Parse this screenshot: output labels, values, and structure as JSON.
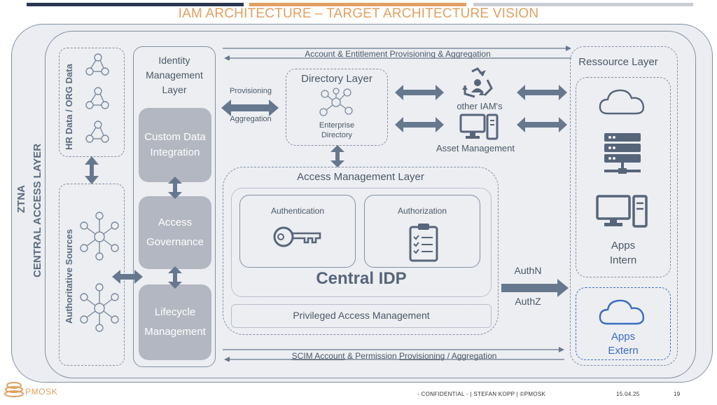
{
  "slide": {
    "title": "IAM ARCHITECTURE – TARGET ARCHITECTURE VISION",
    "colors": {
      "navy": "#2a3650",
      "gold": "#e0a060",
      "gray": "#c9cdd4",
      "box_fill": "#b3b7c1",
      "line": "#8090a4",
      "arrow": "#66788e",
      "extern_blue": "#3a6cc0"
    }
  },
  "layers": {
    "ztna": "ZTNA",
    "central_access": "CENTRAL ACCESS LAYER",
    "hr_data": "HR Data / ORG Data",
    "authoritative": "Authoritative Sources",
    "identity_mgmt": "Identity Management Layer",
    "directory": "Directory Layer",
    "enterprise_directory_1": "Enterprise",
    "enterprise_directory_2": "Directory",
    "access_mgmt": "Access Management Layer",
    "resource": "Ressource Layer"
  },
  "identity_boxes": {
    "custom_data_1": "Custom Data",
    "custom_data_2": "Integration",
    "access_gov_1": "Access",
    "access_gov_2": "Governance",
    "lifecycle_1": "Lifecycle",
    "lifecycle_2": "Management"
  },
  "access": {
    "authentication": "Authentication",
    "authorization": "Authorization",
    "central_idp": "Central IDP",
    "pam": "Privileged Access Management"
  },
  "flows": {
    "top": "Account & Entitlement Provisioning & Aggregation",
    "bottom_scim": "SCIM Account",
    "bottom_rest": "& Permission",
    "bottom_prov": "Provisioning",
    "bottom_agg": "/ Aggregation",
    "provisioning": "Provisioning",
    "aggregation": "Aggregation",
    "authn": "AuthN",
    "authz": "AuthZ"
  },
  "other": {
    "other_iams": "other IAM's",
    "asset_mgmt": "Asset Management"
  },
  "resources": {
    "apps_intern_1": "Apps",
    "apps_intern_2": "Intern",
    "apps_extern_1": "Apps",
    "apps_extern_2": "Extern"
  },
  "footer": {
    "brand": "PMOSK",
    "confidential": "- CONFIDENTIAL - | STEFAN KOPP | ©PMOSK",
    "date": "15.04.25",
    "page": "19"
  }
}
